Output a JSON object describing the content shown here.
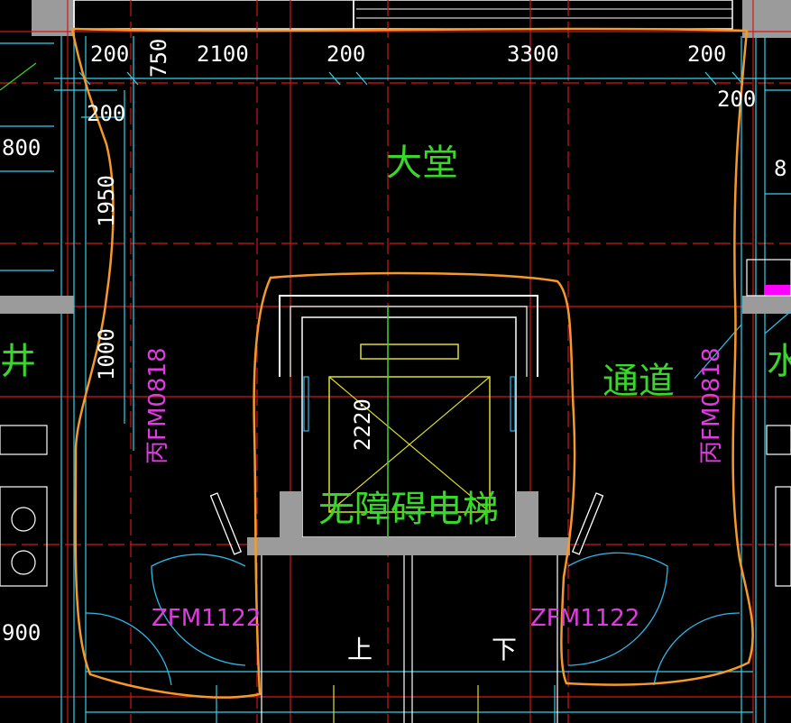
{
  "drawing": {
    "colors": {
      "background": "#000000",
      "wall": "#9b9b9b",
      "dimension": "#35d0e8",
      "axis": "#d11818",
      "room_text": "#39d62c",
      "door_text": "#e03be0",
      "outline": "#f59a2a",
      "elevator": "#dede2a",
      "door_arc": "#2fb8e8",
      "white": "#ffffff",
      "highlight": "#ff00ff"
    }
  },
  "dimensions": {
    "top": [
      "200",
      "2100",
      "200",
      "3300",
      "200"
    ],
    "top_extra": "750",
    "right": "200",
    "left_200": "200",
    "left_1950": "1950",
    "left_1000": "1000",
    "elevator_2220": "2220",
    "edge_800": "800",
    "edge_900": "900",
    "edge_8": "8"
  },
  "rooms": {
    "lobby": "大堂",
    "corridor": "通道",
    "elevator": "无障碍电梯",
    "left_shaft": "电井",
    "right_room": "水"
  },
  "doors": {
    "left_fire_window": "丙FM0818",
    "right_fire_window": "丙FM0818",
    "left_door": "ZFM1122",
    "right_door": "ZFM1122"
  },
  "stairs": {
    "up": "上",
    "down": "下"
  }
}
